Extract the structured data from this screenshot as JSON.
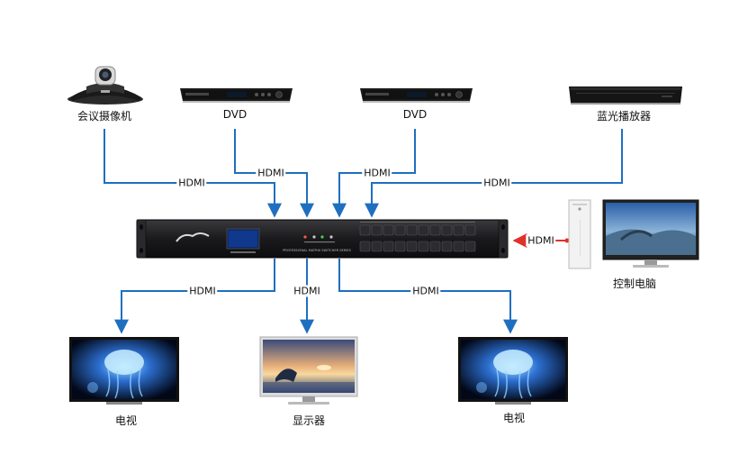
{
  "sources": [
    {
      "label": "会议摄像机",
      "icon": "conference-camera-icon"
    },
    {
      "label": "DVD",
      "icon": "dvd-player-icon"
    },
    {
      "label": "DVD",
      "icon": "dvd-player-icon"
    },
    {
      "label": "蓝光播放器",
      "icon": "bluray-player-icon"
    }
  ],
  "control": {
    "label": "控制电脑",
    "icon": "desktop-computer-icon"
  },
  "outputs": [
    {
      "label": "电视",
      "icon": "tv-icon"
    },
    {
      "label": "显示器",
      "icon": "monitor-icon"
    },
    {
      "label": "电视",
      "icon": "tv-icon"
    }
  ],
  "links": {
    "hdmi": "HDMI"
  },
  "matrix": {
    "subtitle": "PROFESSIONAL MATRIX SWITCHER SERIES",
    "icon": "matrix-switcher-icon"
  },
  "colors": {
    "line": "#1f6fc0",
    "control_line": "#e0312b",
    "chassis": "#1c1c1e"
  }
}
